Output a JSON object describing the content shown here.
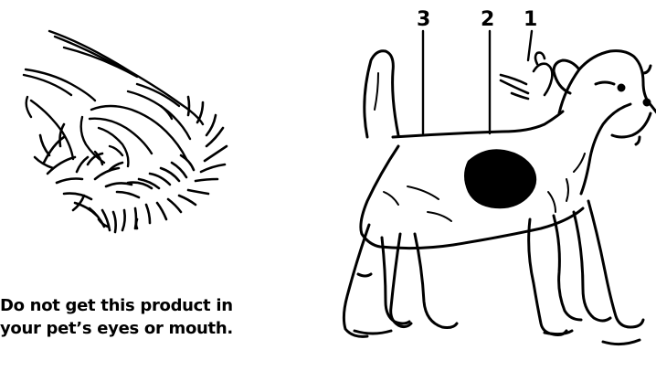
{
  "diagram": {
    "warning_line1": "Do not get this product in",
    "warning_line2": "your pet’s eyes or mouth.",
    "markers": [
      "3",
      "2",
      "1"
    ]
  },
  "colors": {
    "ink": "#000000",
    "background": "#ffffff"
  }
}
